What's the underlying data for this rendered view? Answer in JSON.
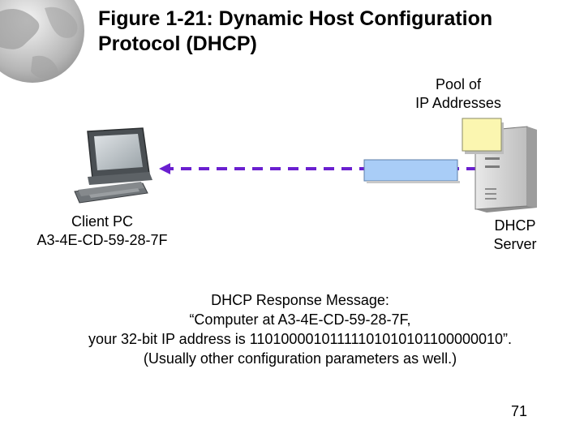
{
  "slide": {
    "title_line1": "Figure 1-21: Dynamic Host Configuration",
    "title_line2": "Protocol (DHCP)",
    "page_number": "71"
  },
  "pool": {
    "line1": "Pool of",
    "line2": "IP Addresses"
  },
  "client": {
    "line1": "Client PC",
    "line2": "A3-4E-CD-59-28-7F"
  },
  "server": {
    "line1": "DHCP",
    "line2": "Server"
  },
  "message": {
    "line1": "DHCP Response Message:",
    "line2": "“Computer at A3-4E-CD-59-28-7F,",
    "line3": "your 32-bit IP address is 11010000101111101010101100000010”.",
    "line4": "(Usually other configuration parameters as well.)"
  },
  "colors": {
    "arrow": "#6a1fd0",
    "message_box": "#a9cdf7",
    "pool_note": "#fbf6b0"
  },
  "icons": [
    "globe-icon",
    "laptop-icon",
    "server-tower-icon",
    "ip-pool-note-icon"
  ]
}
